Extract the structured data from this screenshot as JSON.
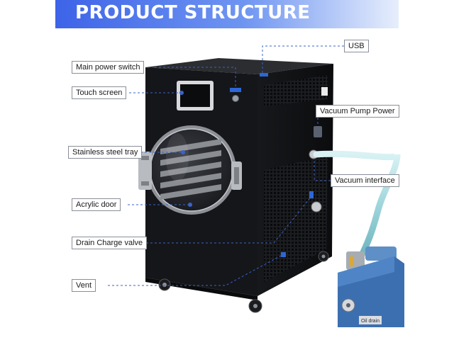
{
  "header": {
    "title": "PRODUCT STRUCTURE",
    "gradient_start": "#3d63e8",
    "gradient_end": "#e7eefc"
  },
  "labels": {
    "main_power_switch": "Main power switch",
    "touch_screen": "Touch screen",
    "stainless_steel_tray": "Stainless steel tray",
    "acrylic_door": "Acrylic door",
    "drain_charge_valve": "Drain Charge valve",
    "vent": "Vent",
    "usb": "USB",
    "vacuum_pump_power": "Vacuum Pump Power",
    "vacuum_interface": "Vacuum interface"
  },
  "vacuum_pump": {
    "plate_text": "Oil drain"
  },
  "colors": {
    "cabinet": "#151619",
    "pump_body": "#3c6fb0",
    "leader_line": "#3a63c8",
    "hose": "#9fd6dc"
  }
}
